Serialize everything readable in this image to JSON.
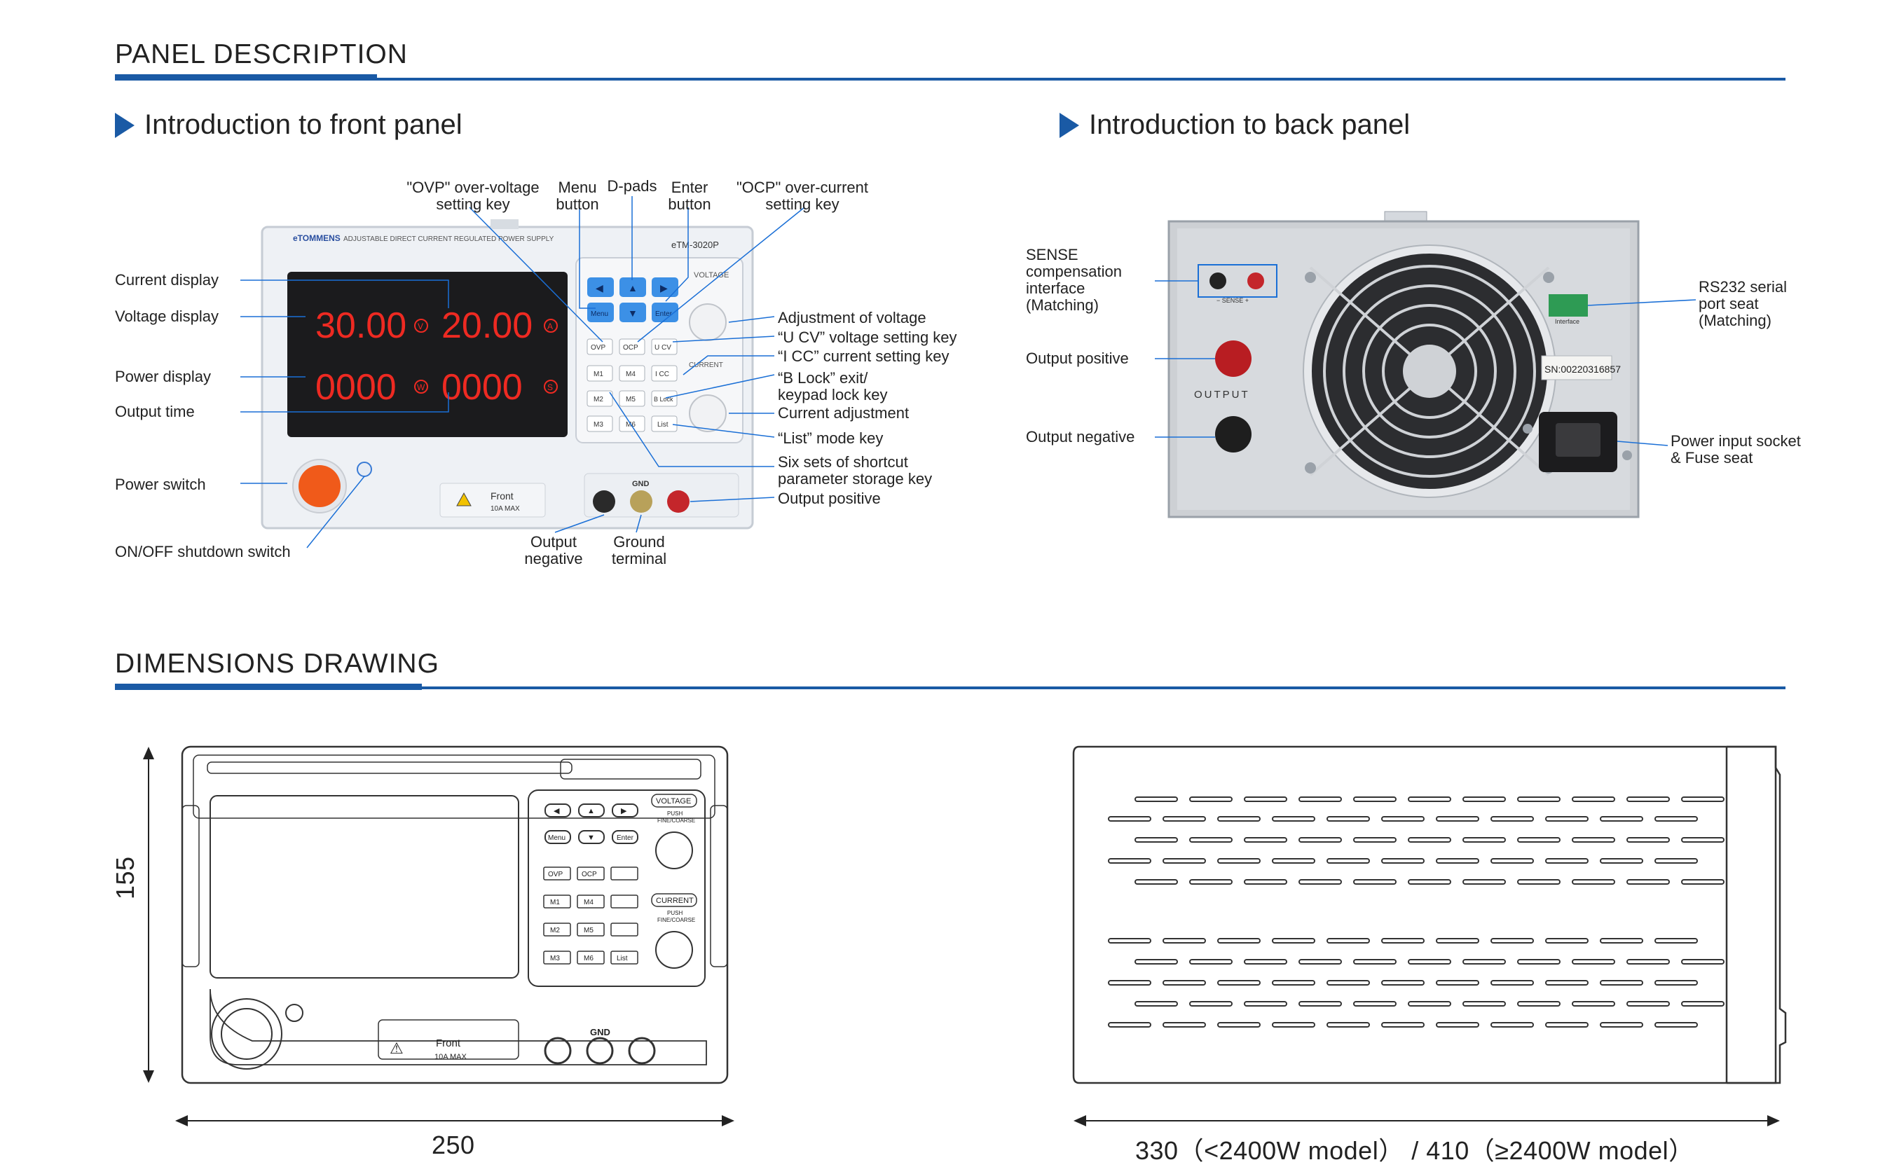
{
  "sections": {
    "panel_description": "PANEL DESCRIPTION",
    "dimensions_drawing": "DIMENSIONS DRAWING"
  },
  "front_panel": {
    "title": "Introduction to front panel",
    "labels_left": {
      "current_display": "Current display",
      "voltage_display": "Voltage display",
      "power_display": "Power display",
      "output_time": "Output time",
      "power_switch": "Power switch",
      "onoff_switch": "ON/OFF shutdown switch"
    },
    "labels_top": {
      "ovp_1": "\"OVP\" over-voltage",
      "ovp_2": "setting key",
      "menu_1": "Menu",
      "menu_2": "button",
      "dpads": "D-pads",
      "enter_1": "Enter",
      "enter_2": "button",
      "ocp_1": "\"OCP\" over-current",
      "ocp_2": "setting key"
    },
    "labels_right": {
      "adj_voltage": "Adjustment of voltage",
      "ucv": "“U CV”  voltage setting key",
      "icc": "“I CC”  current setting key",
      "block_1": "“B Lock”  exit/",
      "block_2": "keypad lock key",
      "cur_adj": "Current adjustment",
      "list": "“List”  mode key",
      "six_1": "Six sets of shortcut",
      "six_2": "parameter storage key",
      "out_pos": "Output positive"
    },
    "labels_bottom": {
      "out_neg_1": "Output",
      "out_neg_2": "negative",
      "gnd_1": "Ground",
      "gnd_2": "terminal"
    },
    "device": {
      "brand": "eTOMMENS",
      "caption": "ADJUSTABLE DIRECT CURRENT REGULATED POWER SUPPLY",
      "model": "eTM-3020P",
      "voltage_reading": "30.00",
      "current_reading": "20.00",
      "power_reading": "0000",
      "time_reading": "0000",
      "unit_v": "V",
      "unit_a": "A",
      "unit_w": "W",
      "unit_s": "S",
      "btn_menu": "Menu",
      "btn_enter": "Enter",
      "btn_ovp": "OVP",
      "btn_ocp": "OCP",
      "btn_ucv": "U CV",
      "btn_icc": "I CC",
      "btn_block": "B Lock",
      "btn_list": "List",
      "btn_m1": "M1",
      "btn_m2": "M2",
      "btn_m3": "M3",
      "btn_m4": "M4",
      "btn_m5": "M5",
      "btn_m6": "M6",
      "knob_voltage": "VOLTAGE",
      "knob_current": "CURRENT",
      "knob_sub": "PUSH FINE/COARSE",
      "fuse_1": "Front",
      "fuse_2": "10A MAX",
      "gnd": "GND"
    }
  },
  "back_panel": {
    "title": "Introduction to back panel",
    "labels": {
      "sense_1": "SENSE",
      "sense_2": "compensation",
      "sense_3": "interface",
      "sense_4": "(Matching)",
      "out_pos": "Output positive",
      "out_neg": "Output negative",
      "rs232_1": "RS232 serial",
      "rs232_2": "port seat",
      "rs232_3": "(Matching)",
      "power_1": "Power input socket",
      "power_2": "& Fuse seat"
    },
    "device": {
      "output": "OUTPUT",
      "sn": "SN:00220316857",
      "interface": "Interface",
      "sense_text": "−  SENSE  +"
    }
  },
  "dimensions": {
    "height": "155",
    "width": "250",
    "depth": "330（<2400W model） / 410（≥2400W model）",
    "front": {
      "voltage": "VOLTAGE",
      "current": "CURRENT",
      "push": "PUSH",
      "fine": "FINE/COARSE",
      "menu": "Menu",
      "enter": "Enter",
      "ovp": "OVP",
      "ocp": "OCP",
      "m1": "M1",
      "m2": "M2",
      "m3": "M3",
      "m4": "M4",
      "m5": "M5",
      "m6": "M6",
      "list": "List",
      "front": "Front",
      "max": "10A MAX",
      "gnd": "GND"
    }
  }
}
